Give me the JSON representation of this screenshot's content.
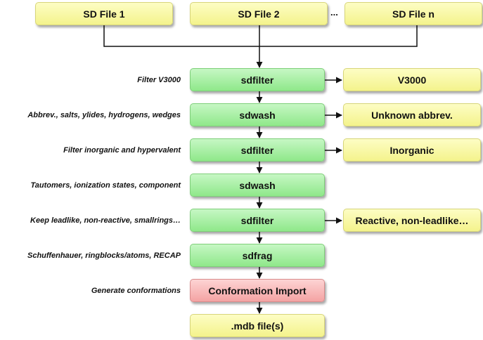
{
  "inputs": [
    "SD File 1",
    "SD File 2",
    "SD File n"
  ],
  "ellipsis": "...",
  "steps": [
    {
      "label": "Filter V3000",
      "tool": "sdfilter",
      "output": "V3000"
    },
    {
      "label": "Abbrev., salts, ylides, hydrogens, wedges",
      "tool": "sdwash",
      "output": "Unknown abbrev."
    },
    {
      "label": "Filter inorganic and hypervalent",
      "tool": "sdfilter",
      "output": "Inorganic"
    },
    {
      "label": "Tautomers, ionization states, component",
      "tool": "sdwash",
      "output": ""
    },
    {
      "label": "Keep leadlike, non-reactive, smallrings…",
      "tool": "sdfilter",
      "output": "Reactive, non-leadlike…"
    },
    {
      "label": "Schuffenhauer, ringblocks/atoms, RECAP",
      "tool": "sdfrag",
      "output": ""
    },
    {
      "label": "Generate conformations",
      "tool": "Conformation Import",
      "output": ""
    }
  ],
  "result": ".mdb file(s)",
  "colors": {
    "input": "#f6f59a",
    "tool": "#9aea96",
    "import": "#f5aaaa",
    "line": "#111111"
  }
}
